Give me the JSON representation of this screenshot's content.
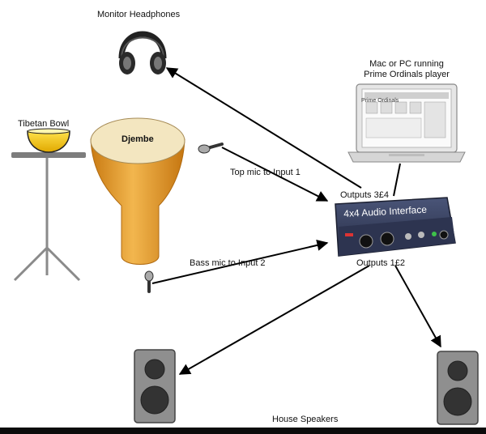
{
  "labels": {
    "monitor_headphones": "Monitor Headphones",
    "mac_pc_line1": "Mac or PC running",
    "mac_pc_line2": "Prime Ordinals player",
    "tibetan_bowl": "Tibetan Bowl",
    "djembe": "Djembe",
    "top_mic": "Top mic to Input 1",
    "bass_mic": "Bass mic to Input 2",
    "outputs_34": "Outputs 3£4",
    "outputs_12": "Outputs 1£2",
    "audio_interface": "4x4 Audio Interface",
    "house_speakers": "House Speakers",
    "laptop_window_title": "Prime Ordinals"
  },
  "colors": {
    "djembe": "#e8a23a",
    "djembe_top": "#f3e6c0",
    "bowl": "#f4c400",
    "stand": "#8a8a8a",
    "interface_body": "#3b4466",
    "speaker_body": "#8f8f8f",
    "arrow": "#000000"
  },
  "icons": [
    "headphones-icon",
    "laptop-icon",
    "tibetan-bowl-icon",
    "djembe-icon",
    "microphone-icon",
    "audio-interface-icon",
    "speaker-icon"
  ]
}
